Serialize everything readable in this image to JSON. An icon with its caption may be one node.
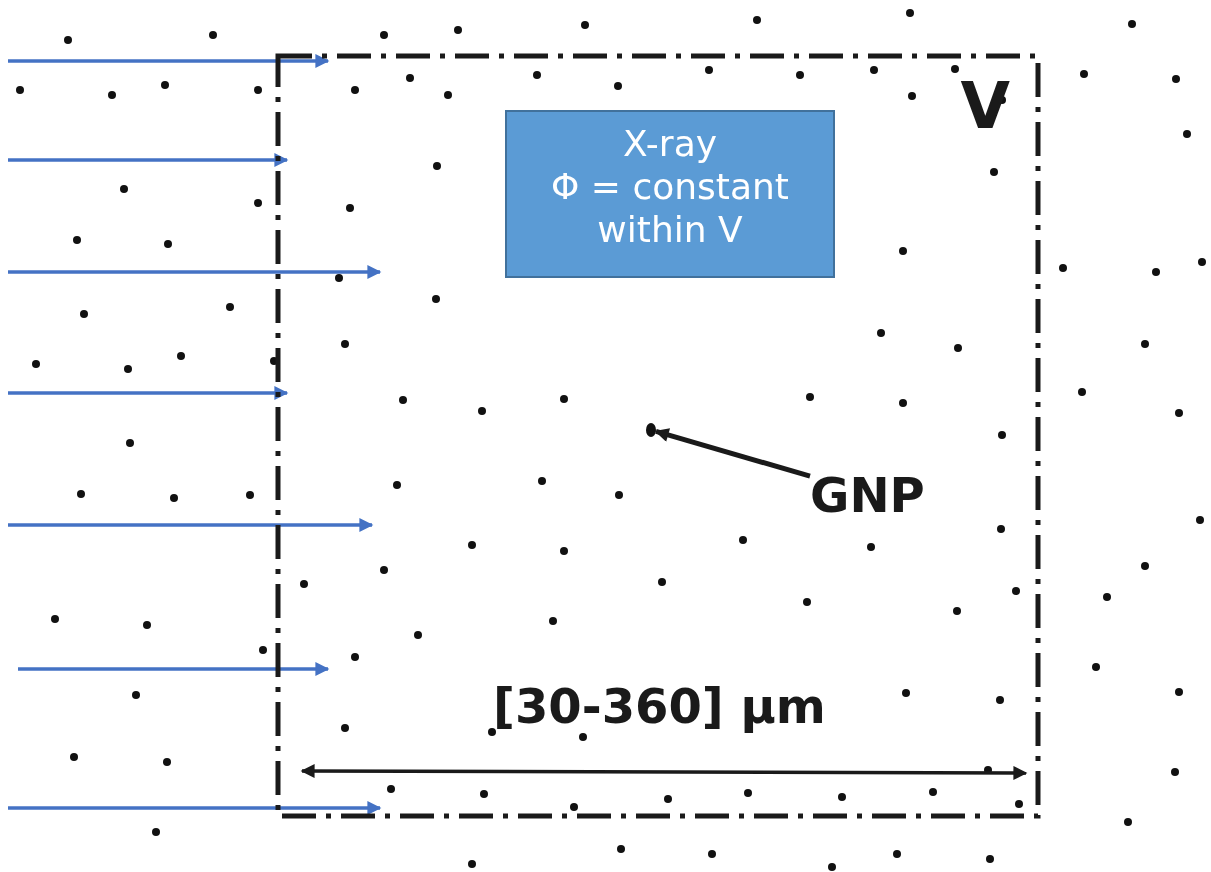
{
  "diagram": {
    "nodes": [
      {
        "text": [
          "V"
        ]
      },
      {
        "text": [
          "X-ray",
          "Φ = constant within V"
        ],
        "in": 0
      },
      {
        "text": [
          "GNP"
        ],
        "in": 0
      },
      {
        "text": [],
        "shape": "circle",
        "in": 0
      }
    ],
    "edges": [
      {
        "from": 2,
        "to": 3,
        "arrow": "to"
      }
    ],
    "labels": [
      "[30-360] µm"
    ]
  }
}
